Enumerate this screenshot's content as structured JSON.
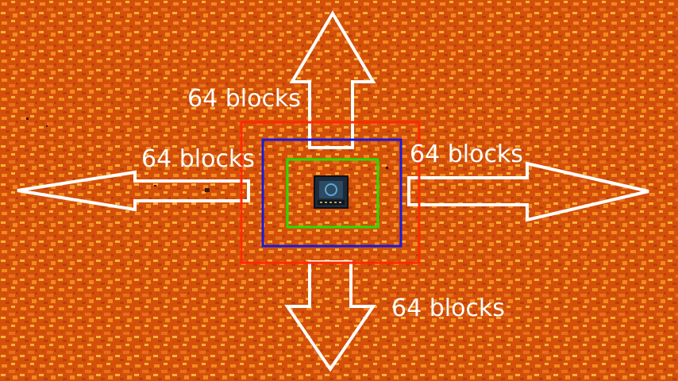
{
  "colors": {
    "lava_base": "#d4500a",
    "lava_dark": "#b8400a",
    "lava_light": "#f28a1e",
    "lava_bright": "#f8b238",
    "arrow_outline": "#ffffff",
    "outer_square": "#ff2a00",
    "middle_square": "#1a1ad8",
    "inner_square": "#22e000",
    "spawner_block": "#1e2a3a"
  },
  "labels": {
    "top": "64 blocks",
    "left": "64 blocks",
    "right": "64 blocks",
    "bottom": "64 blocks"
  },
  "icons": {
    "center_block": "spawner-block-icon",
    "background": "lava-texture"
  }
}
